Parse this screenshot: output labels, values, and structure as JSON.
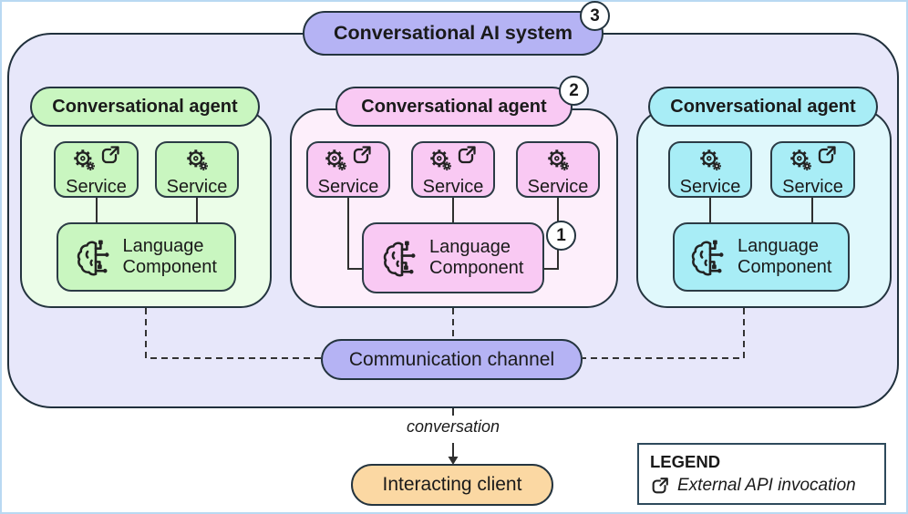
{
  "system": {
    "label": "Conversational AI system",
    "badge": "3"
  },
  "agents": [
    {
      "label": "Conversational agent",
      "theme": "green",
      "services": [
        {
          "label": "Service",
          "icons": [
            "gears-icon",
            "external-api-icon"
          ]
        },
        {
          "label": "Service",
          "icons": [
            "gears-icon"
          ]
        }
      ],
      "language_component": {
        "label": "Language Component",
        "icon": "brain-circuit-icon"
      }
    },
    {
      "label": "Conversational agent",
      "badge": "2",
      "theme": "pink",
      "services": [
        {
          "label": "Service",
          "icons": [
            "gears-icon",
            "external-api-icon"
          ]
        },
        {
          "label": "Service",
          "icons": [
            "gears-icon",
            "external-api-icon"
          ]
        },
        {
          "label": "Service",
          "icons": [
            "gears-icon"
          ],
          "badge": "1"
        }
      ],
      "language_component": {
        "label": "Language Component",
        "icon": "brain-circuit-icon"
      }
    },
    {
      "label": "Conversational agent",
      "theme": "cyan",
      "services": [
        {
          "label": "Service",
          "icons": [
            "gears-icon"
          ]
        },
        {
          "label": "Service",
          "icons": [
            "gears-icon",
            "external-api-icon"
          ]
        }
      ],
      "language_component": {
        "label": "Language Component",
        "icon": "brain-circuit-icon"
      }
    }
  ],
  "communication_channel": {
    "label": "Communication channel"
  },
  "conversation_label": "conversation",
  "client": {
    "label": "Interacting client"
  },
  "legend": {
    "title": "LEGEND",
    "items": [
      {
        "icon": "external-api-icon",
        "label": "External API invocation"
      }
    ]
  },
  "palette": {
    "system_container": "#e7e7fa",
    "system_pill": "#b5b3f4",
    "communication_channel": "#b5b3f4",
    "agent_green_body": "#ebfde8",
    "agent_green_unit": "#c9f6c0",
    "agent_pink_body": "#fdeffb",
    "agent_pink_unit": "#f9c9f3",
    "agent_cyan_body": "#e0f8fc",
    "agent_cyan_unit": "#a8edf6",
    "client_pill": "#fbd8a3",
    "border_dark": "#24343f",
    "page_frame": "#b9d9f2"
  }
}
